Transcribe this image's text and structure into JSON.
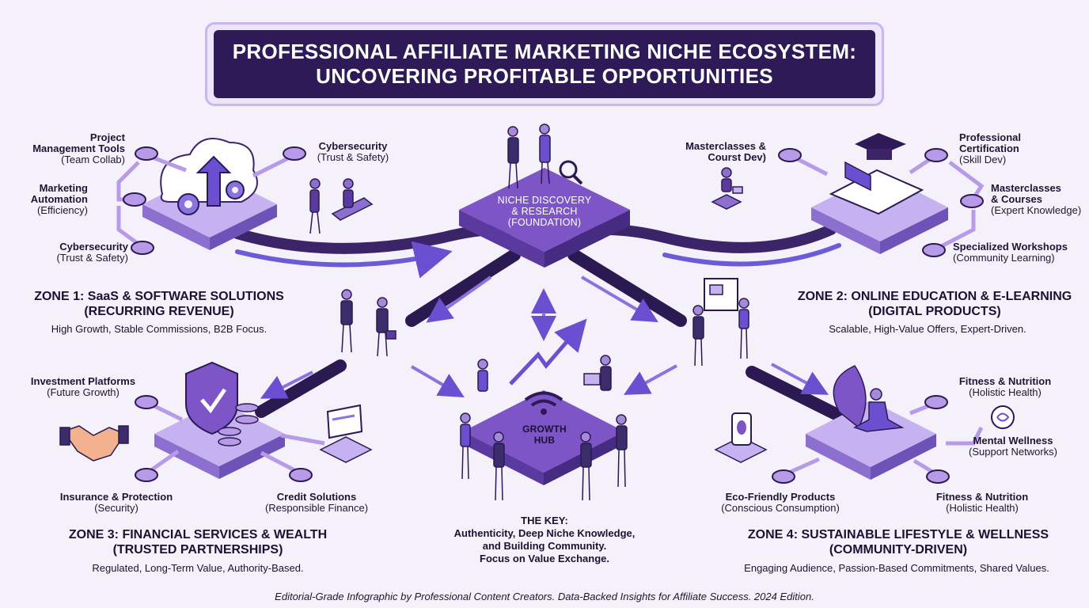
{
  "title": {
    "line1": "PROFESSIONAL AFFILIATE MARKETING NICHE ECOSYSTEM:",
    "line2": "UNCOVERING PROFITABLE OPPORTUNITIES"
  },
  "center_top": {
    "line1": "NICHE DISCOVERY",
    "line2": "& RESEARCH",
    "line3": "(FOUNDATION)"
  },
  "growth_hub": {
    "line1": "GROWTH",
    "line2": "HUB"
  },
  "zone1": {
    "heading1": "ZONE 1: SaaS & SOFTWARE SOLUTIONS",
    "heading2": "(RECURRING REVENUE)",
    "desc": "High Growth, Stable Commissions, B2B Focus.",
    "labels": [
      {
        "title": "Project",
        "title2": "Management Tools",
        "sub": "(Team Collab)"
      },
      {
        "title": "Marketing",
        "title2": "Automation",
        "sub": "(Efficiency)"
      },
      {
        "title": "Cybersecurity",
        "sub": "(Trust & Safety)"
      },
      {
        "title": "Cybersecurity",
        "sub": "(Trust & Safety)"
      }
    ]
  },
  "zone2": {
    "heading1": "ZONE 2: ONLINE EDUCATION & E-LEARNING",
    "heading2": "(DIGITAL PRODUCTS)",
    "desc": "Scalable, High-Value Offers, Expert-Driven.",
    "labels": [
      {
        "title": "Masterclasses &",
        "sub": "Courst Dev)"
      },
      {
        "title": "Professional",
        "title2": "Certification",
        "sub": "(Skill Dev)"
      },
      {
        "title": "Masterclasses",
        "title2": "& Courses",
        "sub": "(Expert Knowledge)"
      },
      {
        "title": "Specialized Workshops",
        "sub": "(Community Learning)"
      }
    ]
  },
  "zone3": {
    "heading1": "ZONE 3: FINANCIAL SERVICES & WEALTH",
    "heading2": "(TRUSTED PARTNERSHIPS)",
    "desc": "Regulated, Long-Term Value, Authority-Based.",
    "labels": [
      {
        "title": "Investment Platforms",
        "sub": "(Future Growth)"
      },
      {
        "title": "Insurance & Protection",
        "sub": "(Security)"
      },
      {
        "title": "Credit Solutions",
        "sub": "(Responsible Finance)"
      }
    ]
  },
  "zone4": {
    "heading1": "ZONE 4: SUSTAINABLE LIFESTYLE & WELLNESS",
    "heading2": "(COMMUNITY-DRIVEN)",
    "desc": "Engaging Audience, Passion-Based Commitments, Shared Values.",
    "labels": [
      {
        "title": "Fitness & Nutrition",
        "sub": "(Holistic Health)"
      },
      {
        "title": "Mental Wellness",
        "sub": "(Support Networks)"
      },
      {
        "title": "Eco-Friendly Products",
        "sub": "(Conscious Consumption)"
      },
      {
        "title": "Fitness & Nutrition",
        "sub": "(Holistic Health)"
      }
    ]
  },
  "key": {
    "line1": "THE KEY:",
    "line2": "Authenticity, Deep Niche Knowledge,",
    "line3": "and Building Community.",
    "line4": "Focus on Value Exchange."
  },
  "footer": "Editorial-Grade Infographic by Professional Content Creators. Data-Backed Insights for Affiliate Success. 2024 Edition.",
  "colors": {
    "accent_dark": "#2e1a57",
    "platform_top": "#7d55c7",
    "platform_side": "#5a3a9e",
    "light_platform": "#c6b2f0",
    "node": "#b89be8",
    "arrow": "#6a4fd0",
    "background": "#f4f1fb"
  }
}
